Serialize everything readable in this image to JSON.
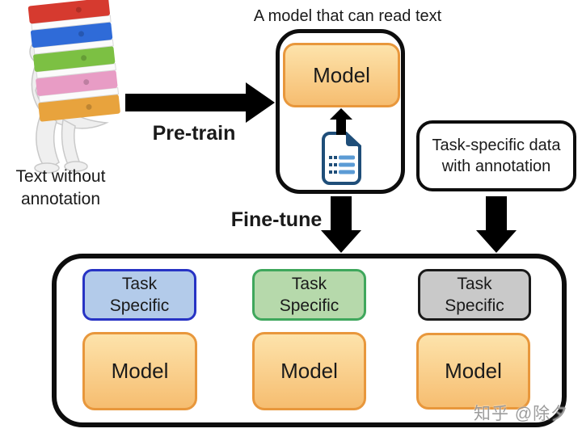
{
  "left": {
    "caption_line1": "Text without",
    "caption_line2": "annotation",
    "binder_colors": [
      "#d63a2f",
      "#2f6bd8",
      "#7cc043",
      "#e89cc5",
      "#e8a33d"
    ],
    "illustration": "person-carrying-binders"
  },
  "pretrain": {
    "label": "Pre-train"
  },
  "pretrained_model": {
    "title": "A model that can read text",
    "model_label": "Model"
  },
  "task_data": {
    "line1": "Task-specific data",
    "line2": "with annotation"
  },
  "finetune": {
    "label": "Fine-tune"
  },
  "downstream": {
    "columns": [
      {
        "task_line1": "Task",
        "task_line2": "Specific",
        "task_fill": "#b3cbea",
        "task_border": "#2733c4",
        "model_label": "Model"
      },
      {
        "task_line1": "Task",
        "task_line2": "Specific",
        "task_fill": "#b6d9ab",
        "task_border": "#3fa75c",
        "model_label": "Model"
      },
      {
        "task_line1": "Task",
        "task_line2": "Specific",
        "task_fill": "#c9c9c9",
        "task_border": "#1a1a1a",
        "model_label": "Model"
      }
    ]
  },
  "watermark": {
    "text": "知乎 @除夕"
  },
  "colors": {
    "arrow": "#000000",
    "model_fill": "linear-gradient(#fde3ab,#f6bd70)",
    "model_border": "#e8973c",
    "doc_dark": "#1f4e79",
    "doc_light": "#5b9bd5"
  }
}
